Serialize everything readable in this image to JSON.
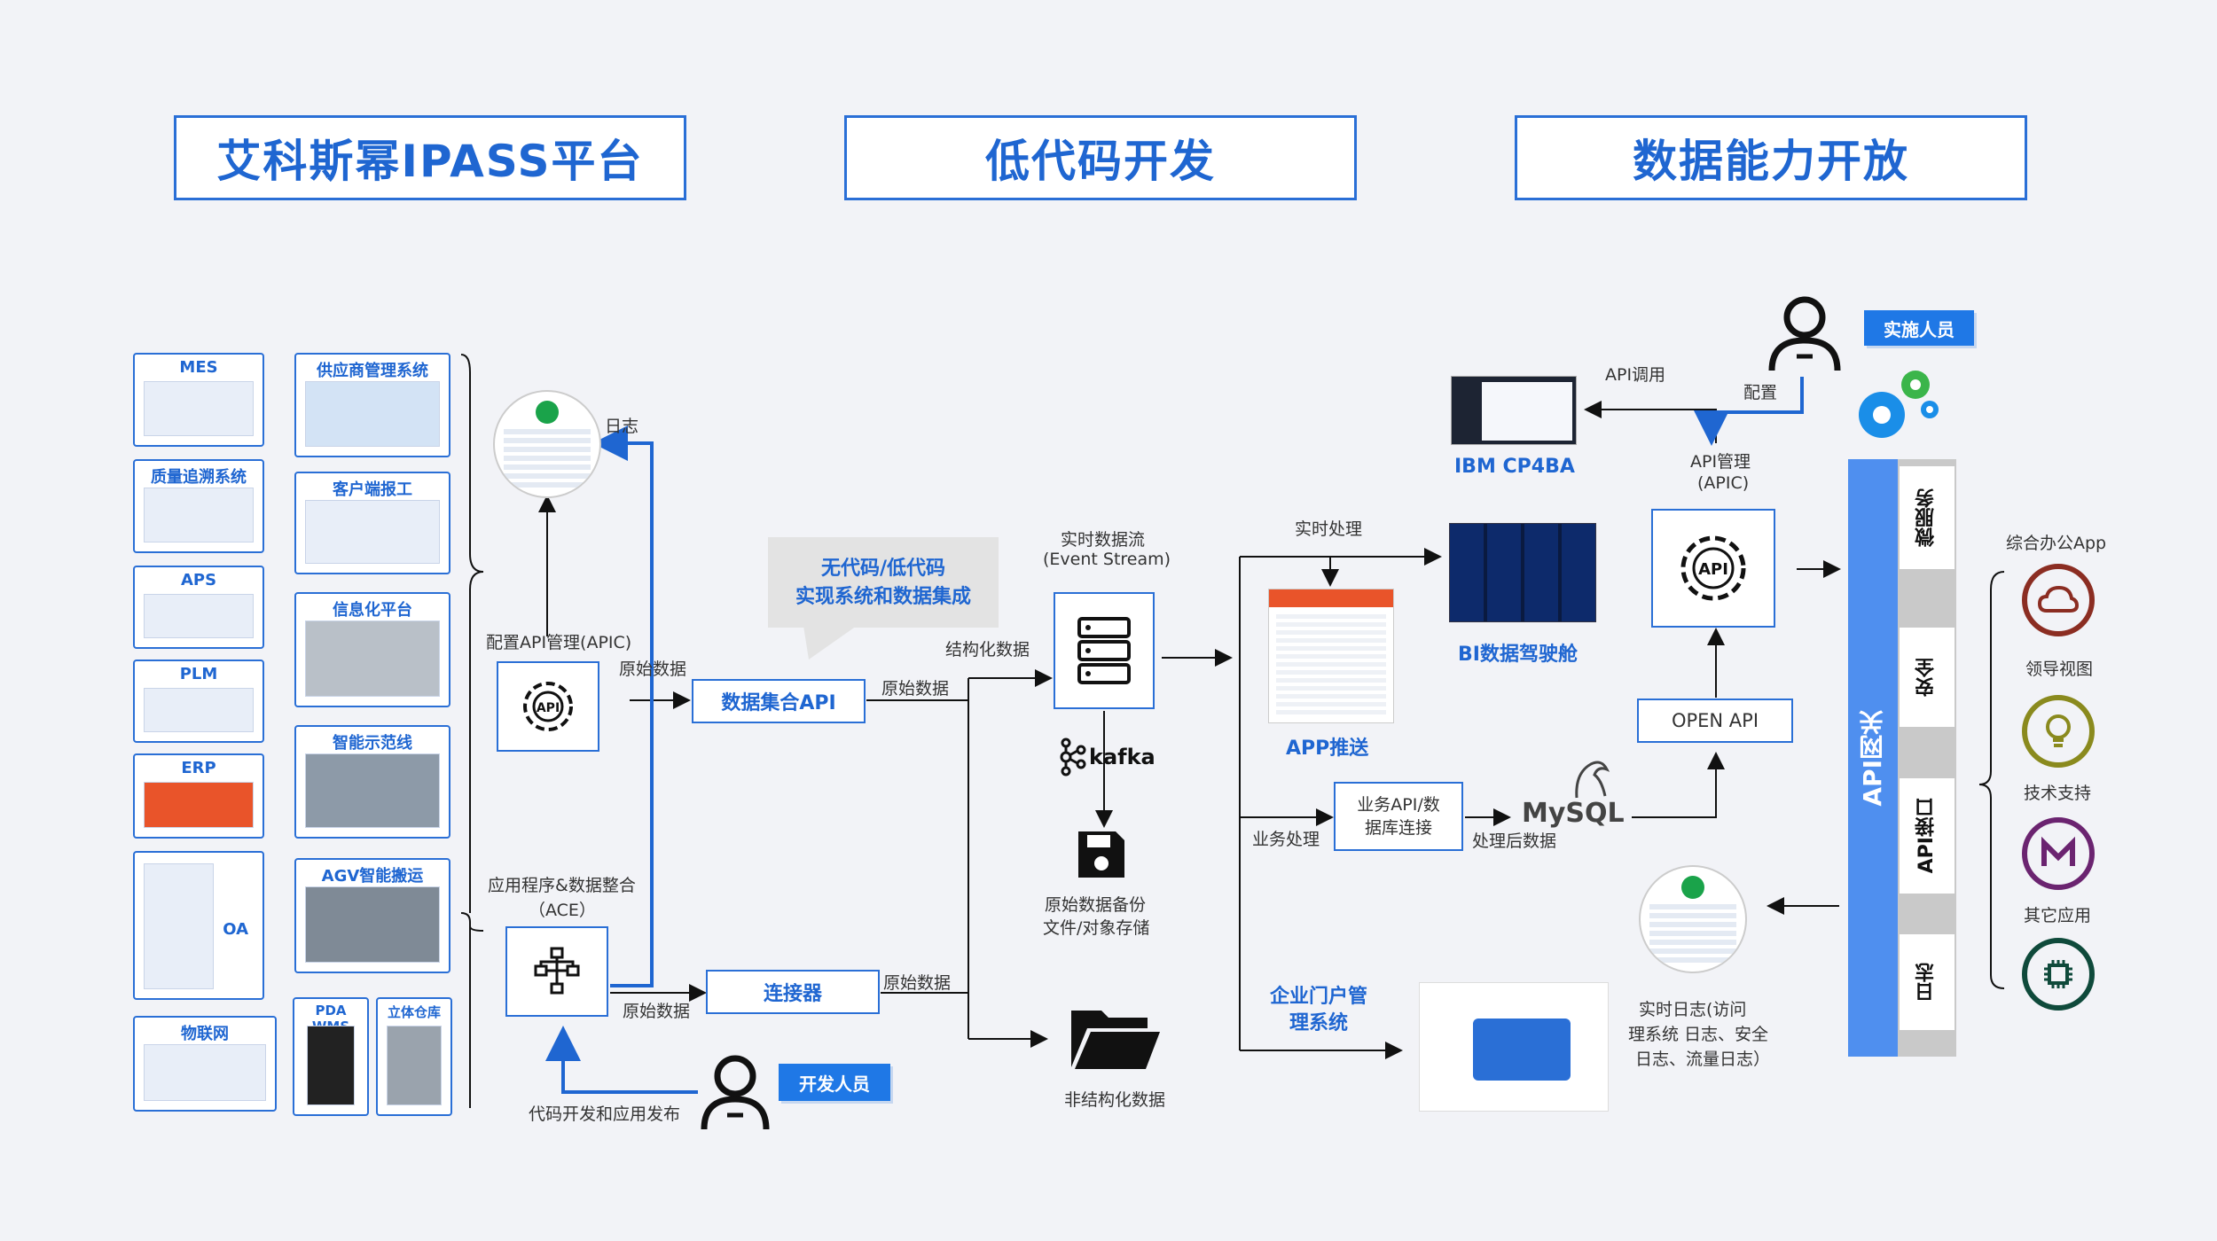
{
  "headers": {
    "ipass": "艾科斯幂IPASS平台",
    "lowcode": "低代码开发",
    "data_open": "数据能力开放"
  },
  "systems_left": [
    "MES",
    "质量追溯系统",
    "APS",
    "PLM",
    "ERP",
    "OA",
    "物联网"
  ],
  "systems_right": [
    "供应商管理系统",
    "客户端报工",
    "信息化平台",
    "智能示范线",
    "AGV智能搬运",
    "PDA WMS",
    "立体仓库"
  ],
  "labels": {
    "log": "日志",
    "config_api": "配置API管理(APIC)",
    "raw_data_1": "原始数据",
    "raw_data_2": "原始数据",
    "raw_data_3": "原始数据",
    "raw_data_4": "原始数据",
    "app_integration": "应用程序&数据整合",
    "ace": "（ACE）",
    "code_dev": "代码开发和应用发布",
    "structured": "结构化数据",
    "event_stream_1": "实时数据流",
    "event_stream_2": "(Event Stream)",
    "backup_1": "原始数据备份",
    "backup_2": "文件/对象存储",
    "unstructured": "非结构化数据",
    "realtime_proc": "实时处理",
    "biz_proc": "业务处理",
    "processed": "处理后数据",
    "api_call": "API调用",
    "config": "配置",
    "api_mgmt_1": "API管理",
    "api_mgmt_2": "(APIC)",
    "rt_log_1": "实时日志(访问",
    "rt_log_2": "理系统  日志、安全",
    "rt_log_3": "日志、流量日志）",
    "kafka": "kafka",
    "mysql": "MySQL"
  },
  "callout": {
    "line1": "无代码/低代码",
    "line2": "实现系统和数据集成"
  },
  "boxes": {
    "data_api": "数据集合API",
    "connector": "连接器",
    "biz_api_1": "业务API/数",
    "biz_api_2": "据库连接",
    "open_api": "OPEN API",
    "api_icon": "API"
  },
  "outputs": {
    "ibm": "IBM CP4BA",
    "bi": "BI数据驾驶舱",
    "app_push": "APP推送",
    "portal_1": "企业门户管",
    "portal_2": "理系统"
  },
  "badges": {
    "implementer": "实施人员",
    "developer": "开发人员"
  },
  "gateway": {
    "title": "API网关",
    "segments": [
      "微服务",
      "安全",
      "API接口",
      "日志"
    ]
  },
  "right_apps": [
    "综合办公App",
    "领导视图",
    "技术支持",
    "其它应用"
  ],
  "colors": {
    "primary": "#1f66d1",
    "accent": "#1f78e6",
    "gateway": "#4f8fef"
  }
}
